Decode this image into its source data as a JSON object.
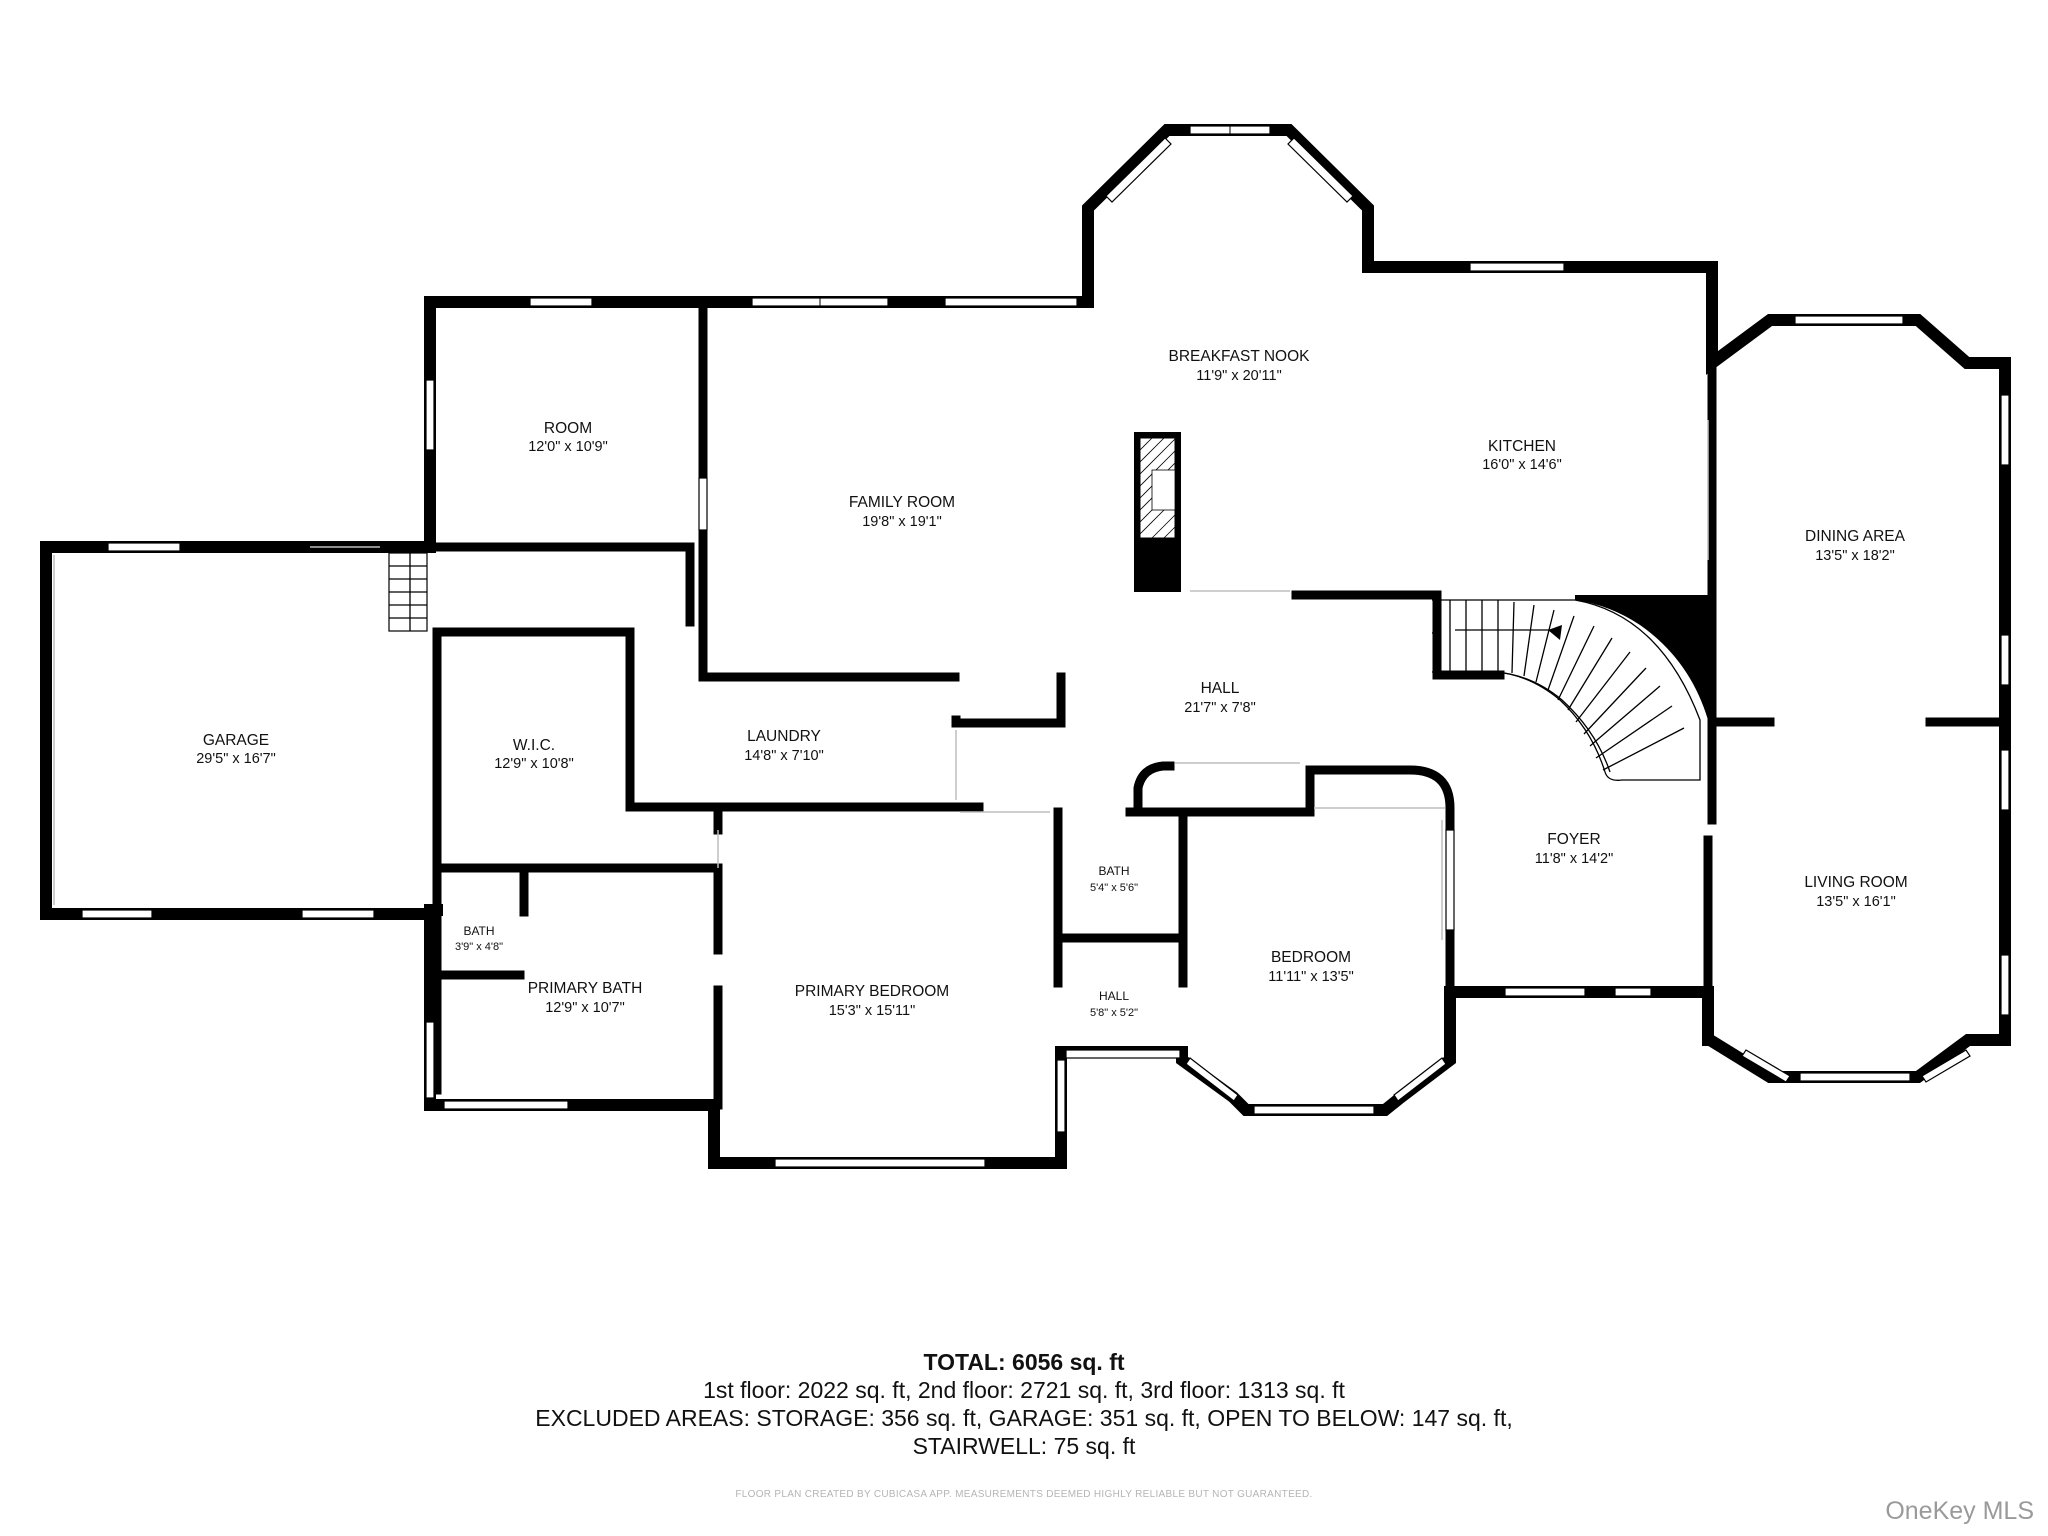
{
  "rooms": {
    "breakfast_nook": {
      "name": "BREAKFAST NOOK",
      "dim": "11'9\" x 20'11\""
    },
    "kitchen": {
      "name": "KITCHEN",
      "dim": "16'0\" x 14'6\""
    },
    "room": {
      "name": "ROOM",
      "dim": "12'0\" x 10'9\""
    },
    "family_room": {
      "name": "FAMILY ROOM",
      "dim": "19'8\" x 19'1\""
    },
    "dining_area": {
      "name": "DINING AREA",
      "dim": "13'5\" x 18'2\""
    },
    "garage": {
      "name": "GARAGE",
      "dim": "29'5\" x 16'7\""
    },
    "wic": {
      "name": "W.I.C.",
      "dim": "12'9\" x 10'8\""
    },
    "laundry": {
      "name": "LAUNDRY",
      "dim": "14'8\" x 7'10\""
    },
    "hall": {
      "name": "HALL",
      "dim": "21'7\" x 7'8\""
    },
    "foyer": {
      "name": "FOYER",
      "dim": "11'8\" x 14'2\""
    },
    "living_room": {
      "name": "LIVING ROOM",
      "dim": "13'5\" x 16'1\""
    },
    "bath_small": {
      "name": "BATH",
      "dim": "3'9\" x 4'8\""
    },
    "primary_bath": {
      "name": "PRIMARY BATH",
      "dim": "12'9\" x 10'7\""
    },
    "primary_bedroom": {
      "name": "PRIMARY BEDROOM",
      "dim": "15'3\" x 15'11\""
    },
    "bath_2": {
      "name": "BATH",
      "dim": "5'4\" x 5'6\""
    },
    "hall_2": {
      "name": "HALL",
      "dim": "5'8\" x 5'2\""
    },
    "bedroom": {
      "name": "BEDROOM",
      "dim": "11'11\" x 13'5\""
    }
  },
  "summary": {
    "total": "TOTAL: 6056 sq. ft",
    "floors": "1st floor: 2022 sq. ft, 2nd floor: 2721 sq. ft, 3rd floor: 1313 sq. ft",
    "excluded_line1": "EXCLUDED AREAS: STORAGE: 356 sq. ft, GARAGE: 351 sq. ft, OPEN TO BELOW: 147 sq. ft,",
    "excluded_line2": "STAIRWELL: 75 sq. ft"
  },
  "disclaimer": "FLOOR PLAN CREATED BY CUBICASA APP. MEASUREMENTS DEEMED HIGHLY RELIABLE BUT NOT GUARANTEED.",
  "watermark": "OneKey MLS"
}
